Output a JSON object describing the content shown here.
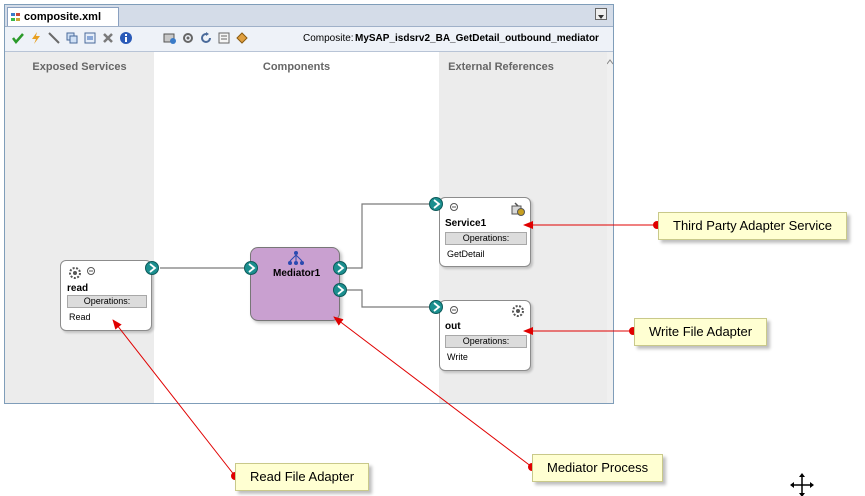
{
  "editor": {
    "tab_label": "composite.xml",
    "composite_label": "Composite:",
    "composite_name": "MySAP_isdsrv2_BA_GetDetail_outbound_mediator"
  },
  "swimlanes": {
    "exposed": "Exposed Services",
    "components": "Components",
    "external": "External References"
  },
  "components": {
    "read": {
      "name": "read",
      "operations_label": "Operations:",
      "operation": "Read"
    },
    "mediator": {
      "name": "Mediator1"
    },
    "service1": {
      "name": "Service1",
      "operations_label": "Operations:",
      "operation": "GetDetail"
    },
    "out": {
      "name": "out",
      "operations_label": "Operations:",
      "operation": "Write"
    }
  },
  "callouts": {
    "third_party": "Third Party Adapter Service",
    "write_file": "Write File Adapter",
    "read_file": "Read File Adapter",
    "mediator_process": "Mediator Process"
  },
  "colors": {
    "mediator_fill": "#c9a0d0",
    "callout_fill": "#ffffd2",
    "arrow_red": "#e00000",
    "port_teal": "#1b8f8f"
  }
}
